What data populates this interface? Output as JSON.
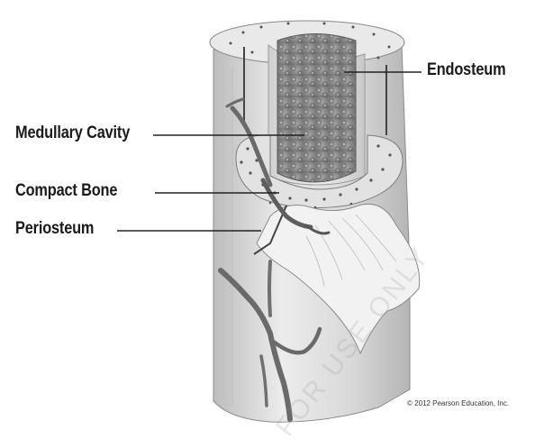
{
  "labels": {
    "endosteum": "Endosteum",
    "medullary_cavity": "Medullary Cavity",
    "compact_bone": "Compact Bone",
    "periosteum": "Periosteum"
  },
  "credit": "© 2012 Pearson Education, Inc.",
  "watermark": "FOR USE ONLY",
  "colors": {
    "bone_light": "#e6e6e6",
    "bone_mid": "#cfcfcf",
    "bone_dark": "#9a9a9a",
    "spongy": "#8a8a8a",
    "vessel": "#6b6b6b",
    "leader": "#222222"
  }
}
